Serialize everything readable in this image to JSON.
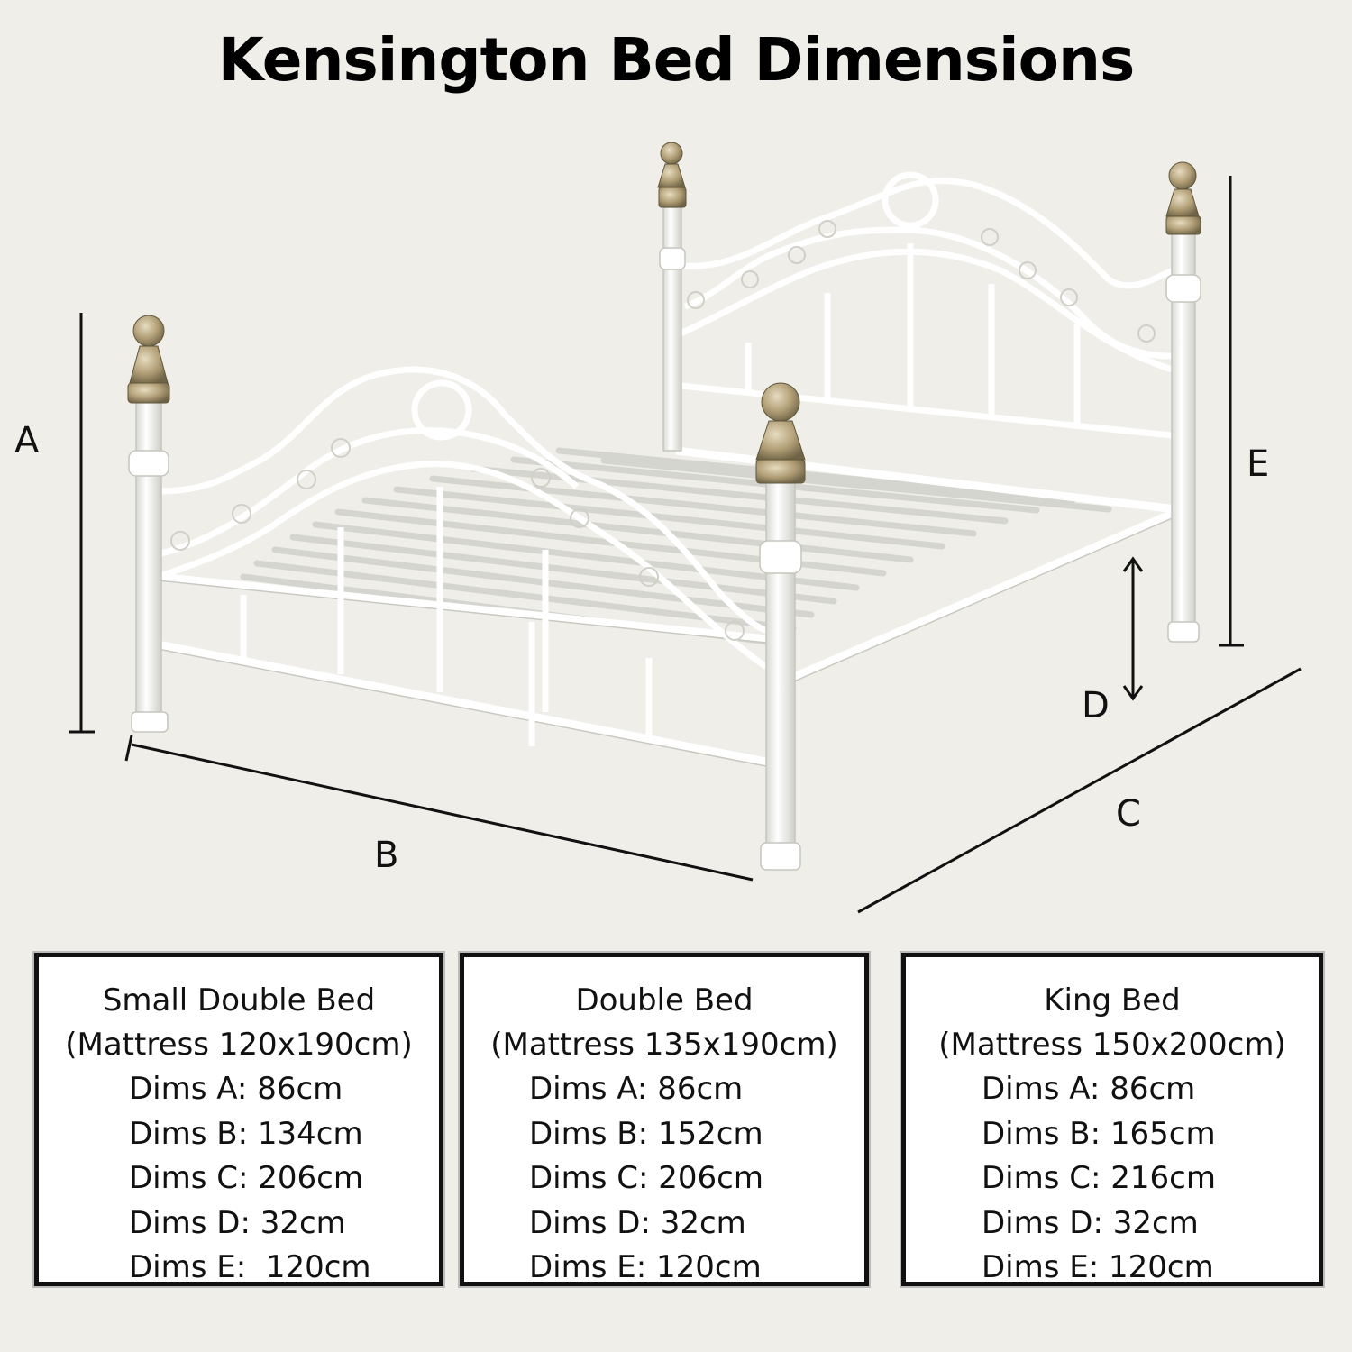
{
  "title": "Kensington Bed Dimensions",
  "dimension_letters": [
    "A",
    "B",
    "C",
    "D",
    "E"
  ],
  "beds": [
    {
      "name": "Small Double Bed",
      "mattress": "(Mattress 120x190cm)",
      "dims": [
        "Dims A: 86cm",
        "Dims B: 134cm",
        "Dims C: 206cm",
        "Dims D: 32cm",
        "Dims E:  120cm"
      ]
    },
    {
      "name": "Double Bed",
      "mattress": "(Mattress 135x190cm)",
      "dims": [
        "Dims A: 86cm",
        "Dims B: 152cm",
        "Dims C: 206cm",
        "Dims D: 32cm",
        "Dims E: 120cm"
      ]
    },
    {
      "name": "King Bed",
      "mattress": "(Mattress 150x200cm)",
      "dims": [
        "Dims A: 86cm",
        "Dims B: 165cm",
        "Dims C: 216cm",
        "Dims D: 32cm",
        "Dims E: 120cm"
      ]
    }
  ],
  "colors": {
    "background": "#efeee8",
    "frame": "#ffffff",
    "finial": "#b9a67a",
    "text": "#111111"
  }
}
